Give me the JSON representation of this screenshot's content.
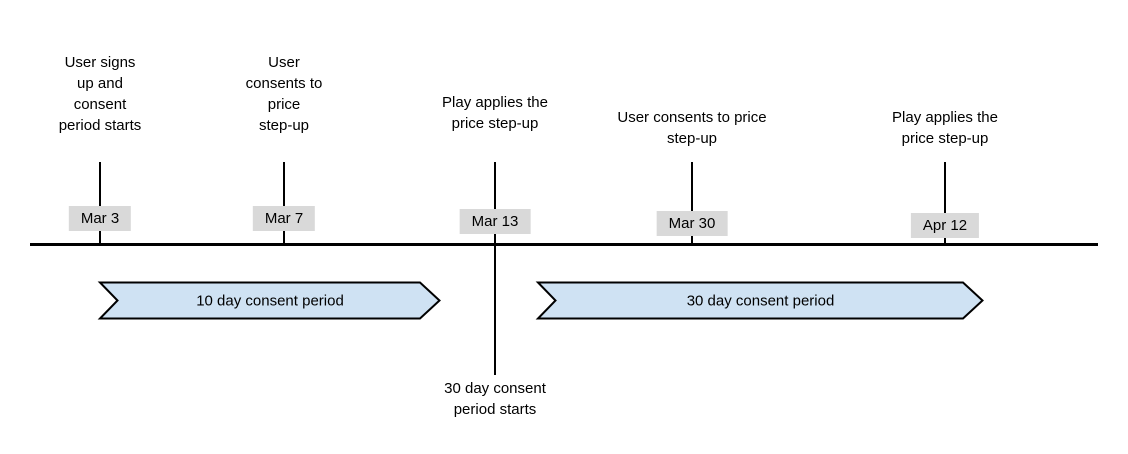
{
  "colors": {
    "background": "#ffffff",
    "line": "#000000",
    "text": "#000000",
    "banner_fill": "#cfe2f3",
    "banner_stroke": "#000000",
    "date_badge_bg": "#d9d9d9"
  },
  "timeline": {
    "events": [
      {
        "date": "Mar 3",
        "label": "User signs\nup and\nconsent\nperiod starts"
      },
      {
        "date": "Mar 7",
        "label": "User\nconsents to\nprice\nstep-up"
      },
      {
        "date": "Mar 13",
        "label": "Play applies the\nprice step-up",
        "below_label": "30 day consent\nperiod starts"
      },
      {
        "date": "Mar 30",
        "label": "User consents to price\nstep-up"
      },
      {
        "date": "Apr 12",
        "label": "Play applies the\nprice step-up"
      }
    ],
    "banners": [
      {
        "label": "10 day consent period"
      },
      {
        "label": "30 day consent period"
      }
    ]
  }
}
